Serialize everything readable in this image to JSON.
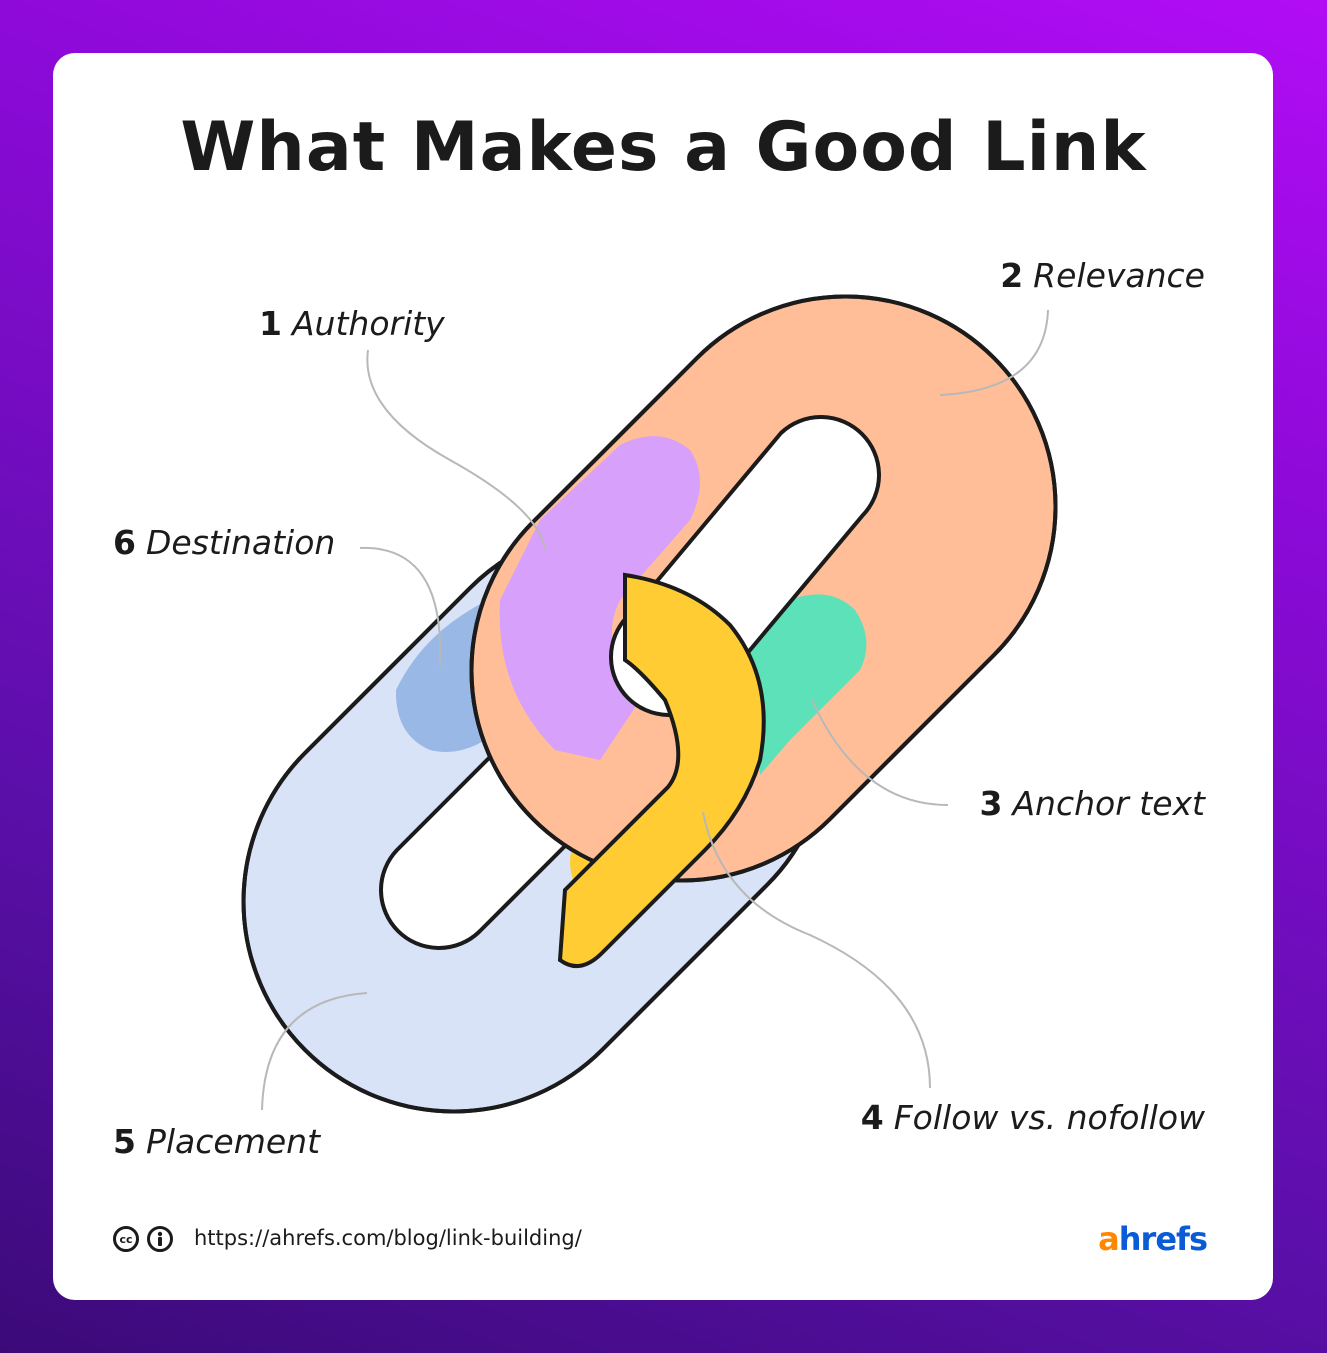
{
  "title": "What Makes a Good Link",
  "labels": [
    {
      "number": "1",
      "text": "Authority"
    },
    {
      "number": "2",
      "text": "Relevance"
    },
    {
      "number": "3",
      "text": "Anchor text"
    },
    {
      "number": "4",
      "text": "Follow vs. nofollow"
    },
    {
      "number": "5",
      "text": "Placement"
    },
    {
      "number": "6",
      "text": "Destination"
    }
  ],
  "footer": {
    "license_icons": [
      "creative-commons-icon",
      "attribution-icon"
    ],
    "cc_glyph": "cc",
    "url": "https://ahrefs.com/blog/link-building/",
    "brand_first": "a",
    "brand_rest": "hrefs"
  },
  "colors": {
    "authority": "#d7a0fa",
    "relevance": "#ffbe98",
    "anchor_text": "#5ce1b8",
    "follow": "#ffcd33",
    "placement": "#d9e3f8",
    "destination": "#9ab8e6",
    "brand_orange": "#ff8800",
    "brand_blue": "#0a5bd6"
  }
}
